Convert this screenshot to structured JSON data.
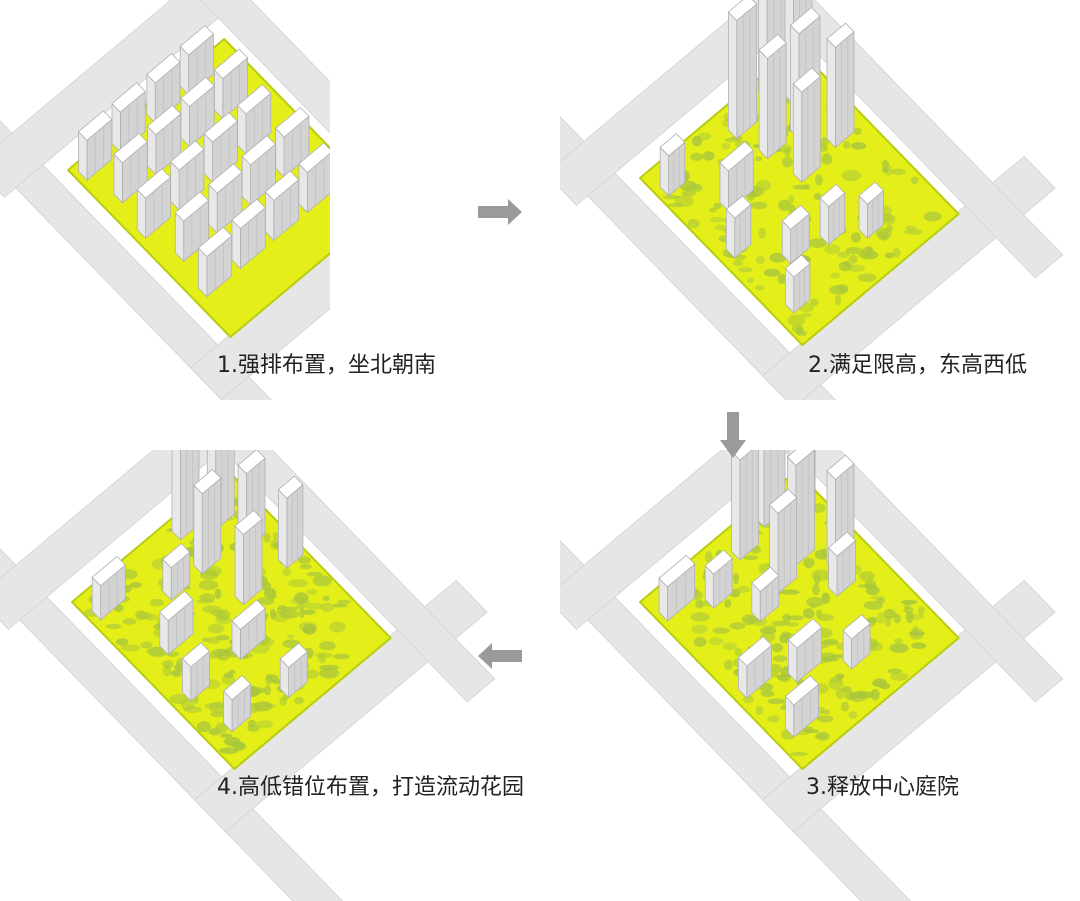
{
  "colors": {
    "background": "#ffffff",
    "road": "#e6e6e6",
    "road_edge": "#d6d6d6",
    "site": "#e4ef1a",
    "site_edge": "#b8cc10",
    "vegetation": "#a9c63c",
    "building_top": "#ffffff",
    "building_side": "#d3d3d3",
    "building_edge": "#b0b0b0",
    "arrow": "#9a9a9a",
    "caption": "#222222"
  },
  "steps": [
    {
      "label": "1.强排布置，坐北朝南"
    },
    {
      "label": "2.满足限高，东高西低"
    },
    {
      "label": "3.释放中心庭院"
    },
    {
      "label": "4.高低错位布置，打造流动花园"
    }
  ],
  "arrows": [
    {
      "icon": "arrow-right-icon"
    },
    {
      "icon": "arrow-down-icon"
    },
    {
      "icon": "arrow-left-icon"
    }
  ]
}
